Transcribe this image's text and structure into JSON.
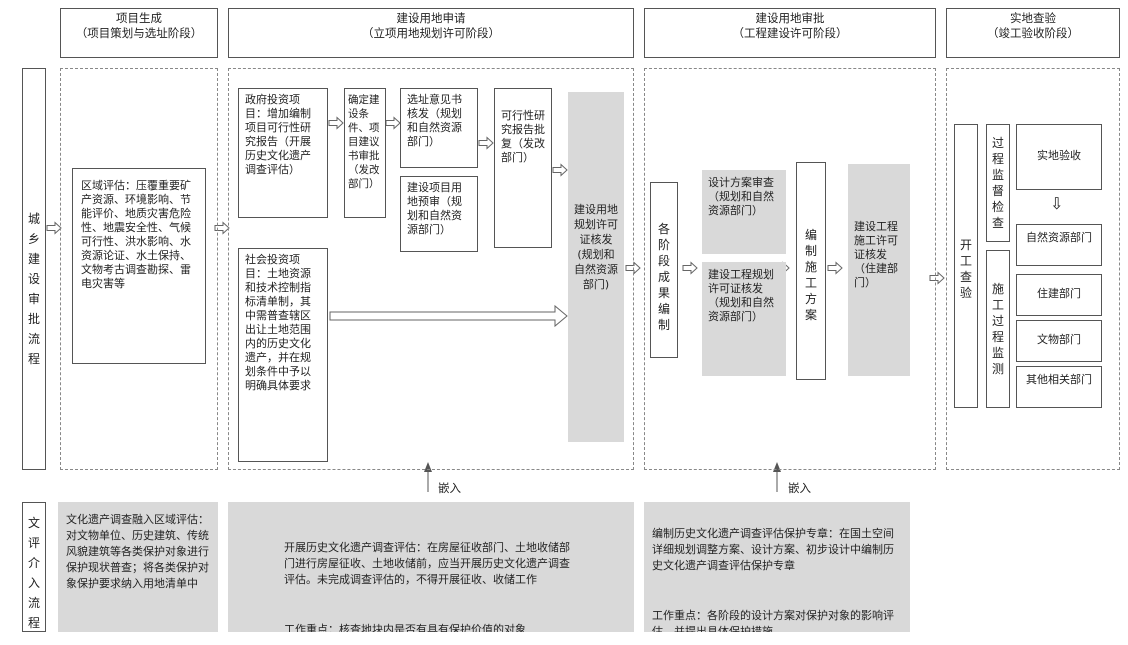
{
  "headers": {
    "project": "项目生成\n（项目策划与选址阶段）",
    "land_apply": "建设用地申请\n（立项用地规划许可阶段）",
    "land_approve": "建设用地审批\n（工程建设许可阶段）",
    "inspect": "实地查验\n（竣工验收阶段）"
  },
  "rows": {
    "city_flow": "城乡建设审批流程",
    "heritage_flow": "文评介入流程"
  },
  "stage1": {
    "regional": "区域评估：压覆重要矿产资源、环境影响、节能评价、地质灾害危险性、地震安全性、气候可行性、洪水影响、水资源论证、水土保持、文物考古调查勘探、雷电灾害等"
  },
  "stage2": {
    "gov_invest": "政府投资项目：增加编制项目可行性研究报告（开展历史文化遗产调查评估）",
    "confirm": "确定建设条件、项目建议书审批（发改部门）",
    "site_opinion": "选址意见书核发（规划和自然资源部门）",
    "land_pre": "建设项目用地预审（规划和自然资源部门）",
    "feasibility": "可行性研究报告批复（发改部门）",
    "social_invest": "社会投资项目：土地资源和技术控制指标清单制，其中需普查辖区出让土地范围内的历史文化遗产，并在规划条件中予以明确具体要求",
    "permit": "建设用地规划许可证核发(规划和自然资源部门)"
  },
  "stage3": {
    "results": "各阶段成果编制",
    "design_review": "设计方案审查（规划和自然资源部门）",
    "eng_permit": "建设工程规划许可证核发（规划和自然资源部门）",
    "construction_plan": "编制施工方案",
    "build_permit": "建设工程施工许可证核发（住建部门）"
  },
  "stage4": {
    "start_check": "开工查验",
    "supervision": "过程监督检查",
    "onsite": "实地验收",
    "arrow_down": "⇩",
    "natural_res": "自然资源部门",
    "construction_dept": "住建部门",
    "relic_dept": "文物部门",
    "other_dept": "其他相关部门",
    "process_monitor": "施工过程监测"
  },
  "embed_labels": [
    "嵌入",
    "嵌入"
  ],
  "heritage": {
    "h1": "文化遗产调查融入区域评估：对文物单位、历史建筑、传统风貌建筑等各类保护对象进行保护现状普查；将各类保护对象保护要求纳入用地清单中",
    "h2_main": "开展历史文化遗产调查评估：在房屋征收部门、土地收储部门进行房屋征收、土地收储前，应当开展历史文化遗产调查评估。未完成调查评估的，不得开展征收、收储工作",
    "h2_focus": "工作重点：核查地块内是否有具有保护价值的对象",
    "h3_main": "编制历史文化遗产调查评估保护专章：在国土空间详细规划调整方案、设计方案、初步设计中编制历史文化遗产调查评估保护专章",
    "h3_focus": "工作重点：各阶段的设计方案对保护对象的影响评估，并提出具体保护措施"
  }
}
